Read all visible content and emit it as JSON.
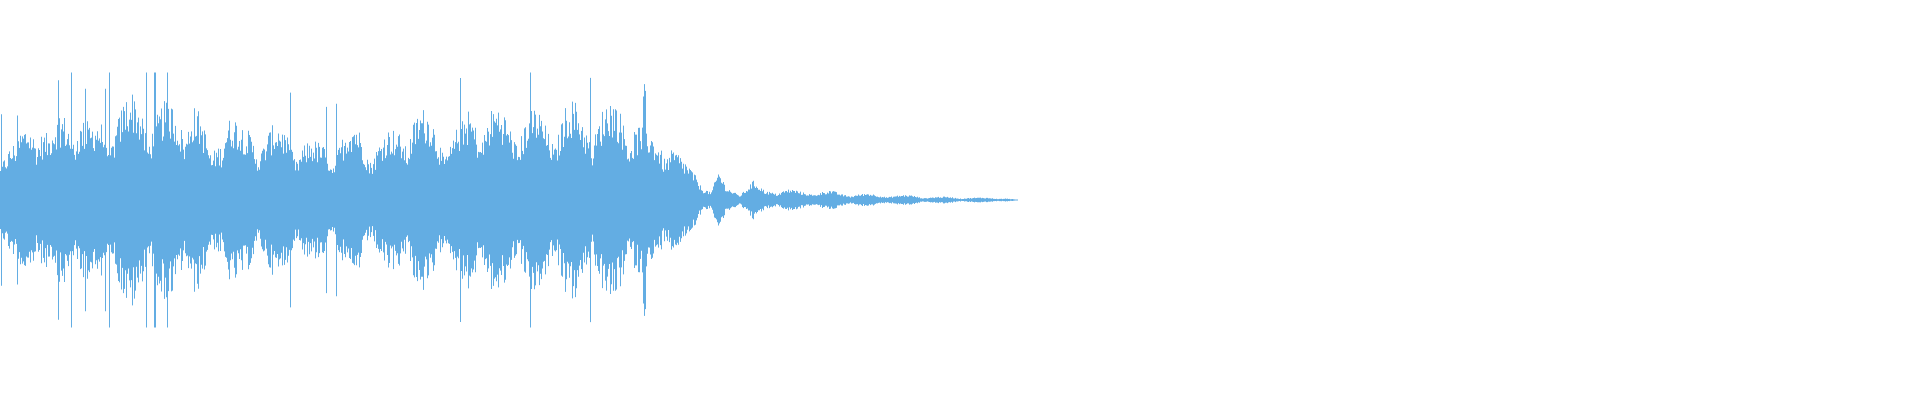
{
  "waveform": {
    "color": "#63ade3",
    "background": "#ffffff",
    "duration_fraction_with_audio": 0.53,
    "description_of_envelope": [
      {
        "t": 0.0,
        "amp": 0.36
      },
      {
        "t": 0.008,
        "amp": 0.35
      },
      {
        "t": 0.015,
        "amp": 0.52
      },
      {
        "t": 0.02,
        "amp": 0.6
      },
      {
        "t": 0.025,
        "amp": 0.42
      },
      {
        "t": 0.033,
        "amp": 0.56
      },
      {
        "t": 0.04,
        "amp": 0.62
      },
      {
        "t": 0.047,
        "amp": 0.45
      },
      {
        "t": 0.058,
        "amp": 0.58
      },
      {
        "t": 0.07,
        "amp": 0.66
      },
      {
        "t": 0.08,
        "amp": 0.58
      },
      {
        "t": 0.093,
        "amp": 0.6
      },
      {
        "t": 0.1,
        "amp": 0.68
      },
      {
        "t": 0.11,
        "amp": 0.28
      },
      {
        "t": 0.117,
        "amp": 0.65
      },
      {
        "t": 0.125,
        "amp": 0.45
      },
      {
        "t": 0.135,
        "amp": 0.46
      },
      {
        "t": 0.145,
        "amp": 0.46
      },
      {
        "t": 0.155,
        "amp": 0.4
      },
      {
        "t": 0.165,
        "amp": 0.35
      },
      {
        "t": 0.175,
        "amp": 0.4
      },
      {
        "t": 0.185,
        "amp": 0.48
      },
      {
        "t": 0.195,
        "amp": 0.38
      },
      {
        "t": 0.205,
        "amp": 0.44
      },
      {
        "t": 0.215,
        "amp": 0.58
      },
      {
        "t": 0.225,
        "amp": 0.52
      },
      {
        "t": 0.235,
        "amp": 0.4
      },
      {
        "t": 0.245,
        "amp": 0.58
      },
      {
        "t": 0.255,
        "amp": 0.6
      },
      {
        "t": 0.265,
        "amp": 0.52
      },
      {
        "t": 0.275,
        "amp": 0.58
      },
      {
        "t": 0.285,
        "amp": 0.5
      },
      {
        "t": 0.295,
        "amp": 0.62
      },
      {
        "t": 0.305,
        "amp": 0.55
      },
      {
        "t": 0.315,
        "amp": 0.6
      },
      {
        "t": 0.325,
        "amp": 0.62
      },
      {
        "t": 0.332,
        "amp": 0.5
      },
      {
        "t": 0.34,
        "amp": 0.4
      },
      {
        "t": 0.348,
        "amp": 0.42
      },
      {
        "t": 0.355,
        "amp": 0.25
      },
      {
        "t": 0.362,
        "amp": 0.18
      },
      {
        "t": 0.37,
        "amp": 0.05
      },
      {
        "t": 0.374,
        "amp": 0.18
      },
      {
        "t": 0.378,
        "amp": 0.08
      },
      {
        "t": 0.385,
        "amp": 0.05
      },
      {
        "t": 0.392,
        "amp": 0.12
      },
      {
        "t": 0.398,
        "amp": 0.06
      },
      {
        "t": 0.41,
        "amp": 0.07
      },
      {
        "t": 0.418,
        "amp": 0.05
      },
      {
        "t": 0.432,
        "amp": 0.06
      },
      {
        "t": 0.438,
        "amp": 0.04
      },
      {
        "t": 0.452,
        "amp": 0.04
      },
      {
        "t": 0.458,
        "amp": 0.03
      },
      {
        "t": 0.475,
        "amp": 0.03
      },
      {
        "t": 0.48,
        "amp": 0.02
      },
      {
        "t": 0.495,
        "amp": 0.02
      },
      {
        "t": 0.5,
        "amp": 0.015
      },
      {
        "t": 0.515,
        "amp": 0.015
      },
      {
        "t": 0.525,
        "amp": 0.01
      },
      {
        "t": 0.53,
        "amp": 0.0
      }
    ]
  }
}
